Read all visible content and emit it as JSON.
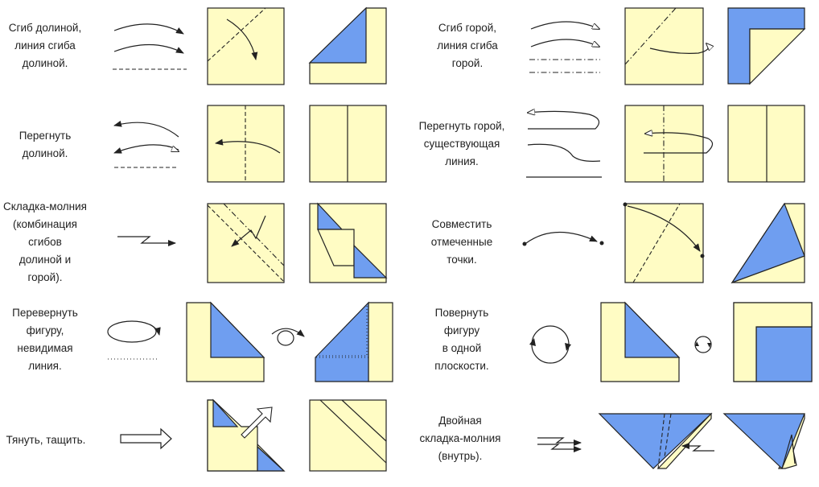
{
  "labels": {
    "valley_fold": "Сгиб долиной,\nлиния сгиба\nдолиной.",
    "mountain_fold": "Сгиб горой,\nлиния сгиба\nгорой.",
    "crease_valley": "Перегнуть\nдолиной.",
    "crease_mountain": "Перегнуть горой,\nсуществующая\nлиния.",
    "pleat": "Складка-молния\n(комбинация\nсгибов\nдолиной и\nгорой).",
    "match_points": "Совместить\nотмеченные\nточки.",
    "turn_over": "Перевернуть\nфигуру,\nневидимая\nлиния.",
    "rotate": "Повернуть\nфигуру\nв одной\nплоскости.",
    "pull": "Тянуть, тащить.",
    "double_pleat": "Двойная\nскладка-молния\n(внутрь)."
  },
  "colors": {
    "paper": "#fffcc4",
    "blue": "#6f9ef0",
    "line": "#222222"
  }
}
